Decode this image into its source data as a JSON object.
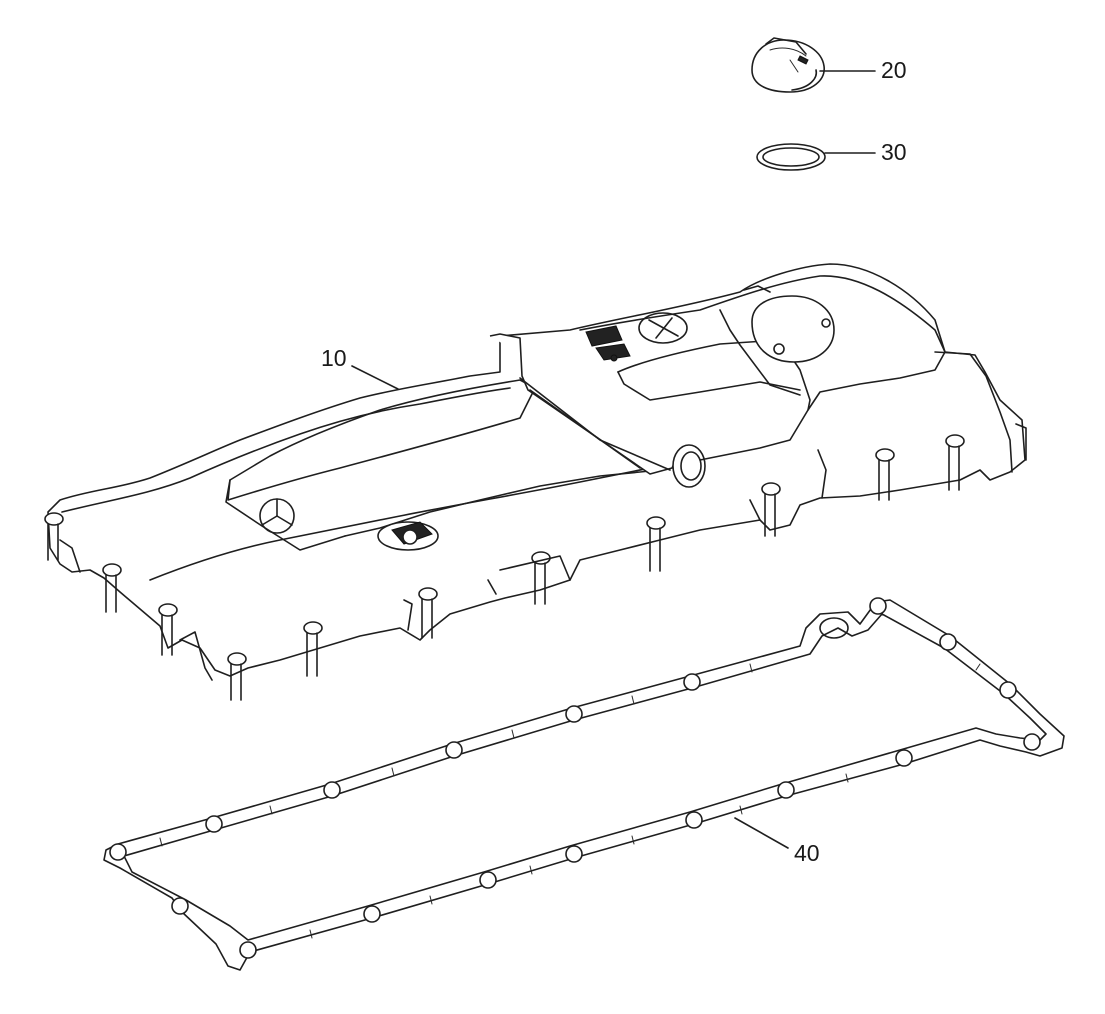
{
  "callouts": {
    "cover": "10",
    "cap": "20",
    "seal_ring": "30",
    "gasket": "40"
  },
  "colors": {
    "line": "#1f1f1f",
    "background": "#ffffff"
  }
}
